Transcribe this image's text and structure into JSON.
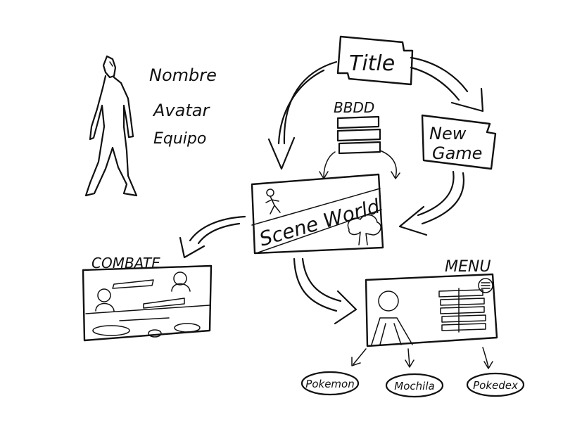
{
  "character": {
    "attributes": [
      "Nombre",
      "Avatar",
      "Equipo"
    ]
  },
  "nodes": {
    "title": "Title",
    "new_game": [
      "New",
      "Game"
    ],
    "bbdd": "BBDD",
    "scene_world": "Scene World",
    "combate": "COMBATE",
    "menu": "MENU"
  },
  "menu_options": [
    "Pokemon",
    "Mochila",
    "Pokedex"
  ],
  "style": {
    "ink": "#111111",
    "background": "#ffffff"
  }
}
